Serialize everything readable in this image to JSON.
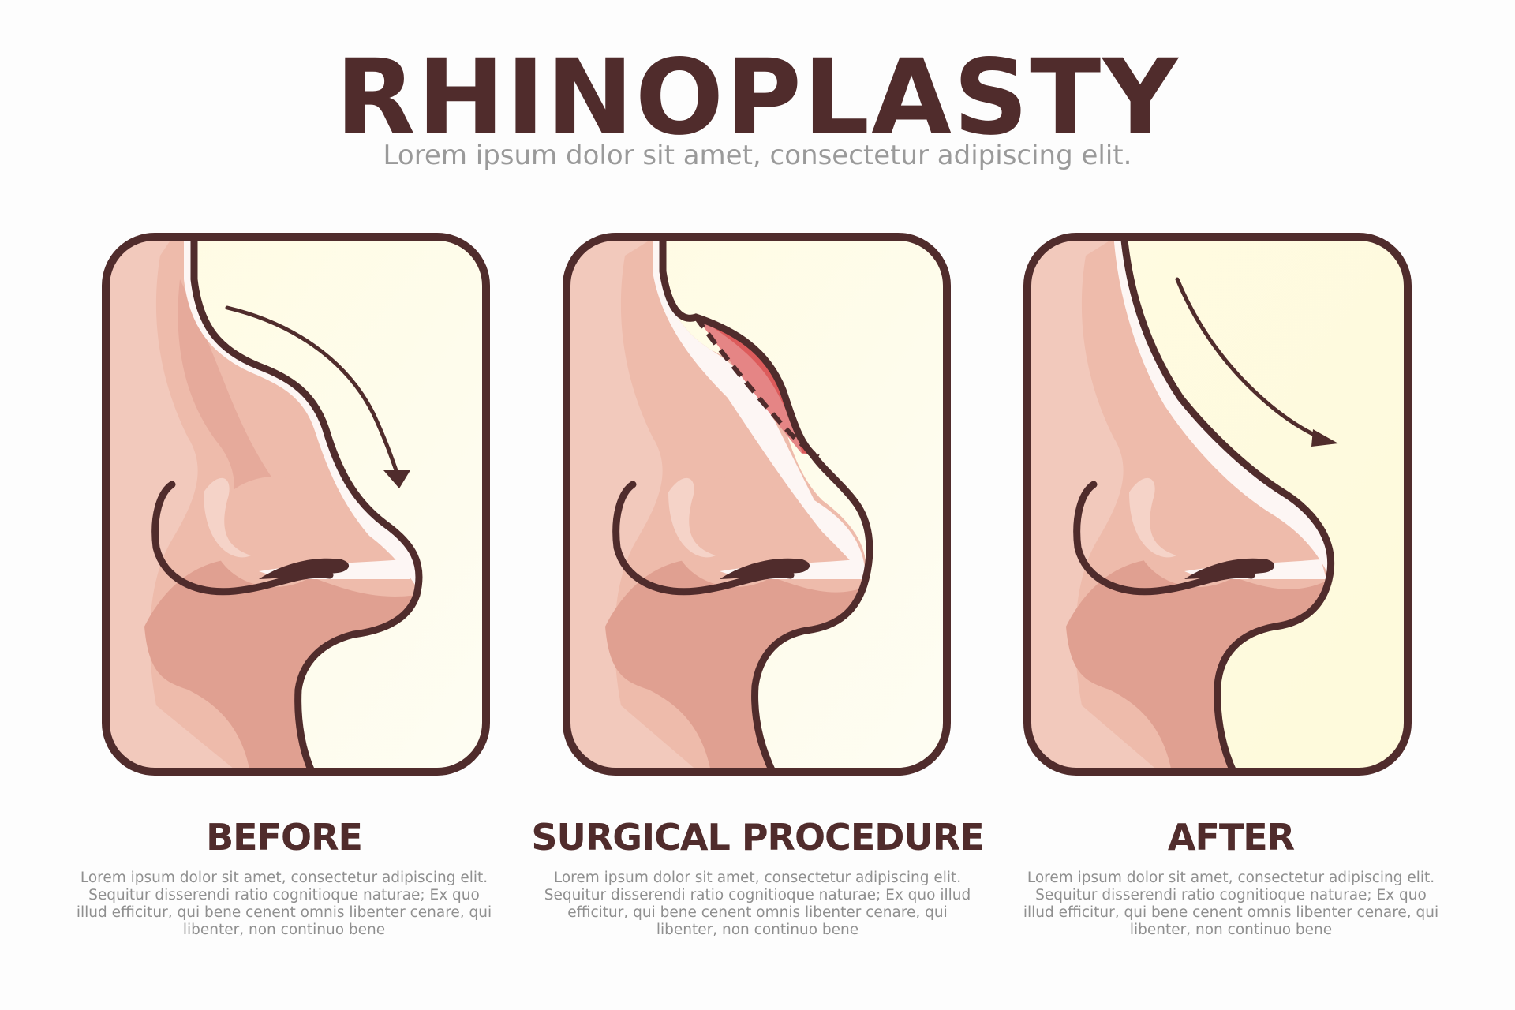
{
  "header": {
    "title": "RHINOPLASTY",
    "subtitle": "Lorem ipsum dolor sit amet, consectetur adipiscing elit."
  },
  "colors": {
    "outline": "#502c2c",
    "skin_light": "#f2c9bc",
    "skin_mid": "#eebbab",
    "skin_dark": "#e0a091",
    "highlight": "#fdf6f4",
    "background_panel": "#fefbe4",
    "incision_red": "#dd5b5b",
    "incision_pink": "#e58585",
    "text_gray": "#9a9a9a"
  },
  "panels": [
    {
      "id": "before",
      "title": "BEFORE",
      "text": "Lorem ipsum dolor sit amet, consectetur adipiscing elit. Sequitur disserendi ratio cognitioque naturae; Ex quo illud efficitur, qui bene cenent omnis libenter cenare, qui libenter, non continuo bene",
      "illustration": "nose-with-dorsal-hump",
      "arrow": "curved-arrow-following-hump"
    },
    {
      "id": "surgical-procedure",
      "title": "SURGICAL PROCEDURE",
      "text": "Lorem ipsum dolor sit amet, consectetur adipiscing elit. Sequitur disserendi ratio cognitioque naturae; Ex quo illud efficitur, qui bene cenent omnis libenter cenare, qui libenter, non continuo bene",
      "illustration": "nose-with-hump-removal-marked",
      "arrow": "dashed-incision-line"
    },
    {
      "id": "after",
      "title": "AFTER",
      "text": "Lorem ipsum dolor sit amet, consectetur adipiscing elit. Sequitur disserendi ratio cognitioque naturae; Ex quo illud efficitur, qui bene cenent omnis libenter cenare, qui libenter, non continuo bene",
      "illustration": "nose-with-straight-dorsum",
      "arrow": "straight-curved-arrow"
    }
  ]
}
